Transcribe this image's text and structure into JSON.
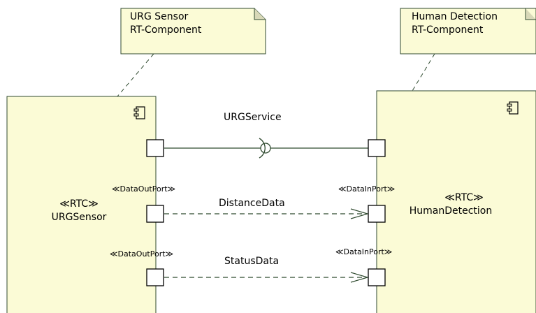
{
  "notes": {
    "left": {
      "line1": "URG Sensor",
      "line2": "RT-Component"
    },
    "right": {
      "line1": "Human Detection",
      "line2": "RT-Component"
    }
  },
  "components": {
    "left": {
      "stereotype": "≪RTC≫",
      "name": "URGSensor"
    },
    "right": {
      "stereotype": "≪RTC≫",
      "name": "HumanDetection"
    }
  },
  "ports": {
    "out1_stereotype": "≪DataOutPort≫",
    "out2_stereotype": "≪DataOutPort≫",
    "in1_stereotype": "≪DataInPort≫",
    "in2_stereotype": "≪DataInPort≫"
  },
  "connectors": {
    "service": "URGService",
    "data1": "DistanceData",
    "data2": "StatusData"
  },
  "icons": {
    "component": "component-icon"
  },
  "colors": {
    "fill": "#fbfbd6",
    "stroke": "#2f4a2f",
    "port_fill": "#ffffff"
  }
}
